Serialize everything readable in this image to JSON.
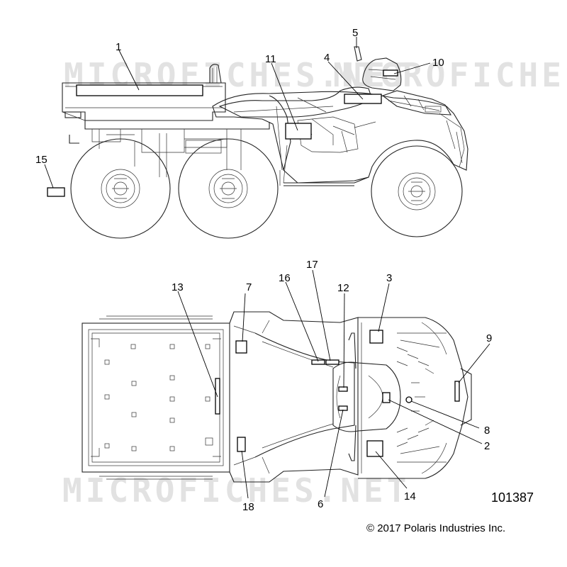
{
  "watermark": "MICROFICHES.NET",
  "diagram_number": "101387",
  "copyright": "© 2017 Polaris Industries Inc.",
  "side_view_callouts": [
    "1",
    "4",
    "5",
    "10",
    "11",
    "15"
  ],
  "top_view_callouts": [
    "13",
    "7",
    "16",
    "17",
    "12",
    "3",
    "9",
    "8",
    "2",
    "14",
    "6",
    "18"
  ],
  "colors": {
    "line": "#222222",
    "watermark": "#e2e2e2",
    "background": "#ffffff"
  }
}
